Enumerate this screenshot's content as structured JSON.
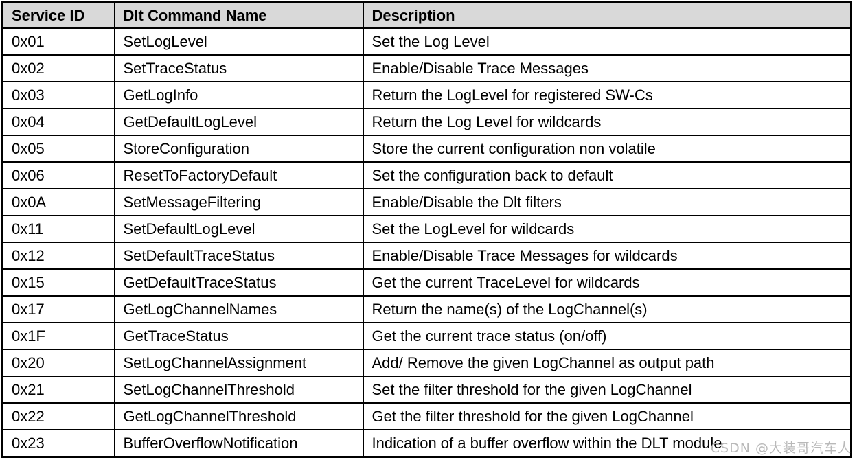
{
  "table": {
    "columns": [
      {
        "key": "service_id",
        "label": "Service ID"
      },
      {
        "key": "command_name",
        "label": "Dlt Command Name"
      },
      {
        "key": "description",
        "label": "Description"
      }
    ],
    "rows": [
      {
        "service_id": "0x01",
        "command_name": "SetLogLevel",
        "description": "Set the Log Level"
      },
      {
        "service_id": "0x02",
        "command_name": "SetTraceStatus",
        "description": "Enable/Disable Trace Messages"
      },
      {
        "service_id": "0x03",
        "command_name": "GetLogInfo",
        "description": "Return the LogLevel for registered SW-Cs"
      },
      {
        "service_id": "0x04",
        "command_name": "GetDefaultLogLevel",
        "description": "Return the Log Level for wildcards"
      },
      {
        "service_id": "0x05",
        "command_name": "StoreConfiguration",
        "description": "Store the current configuration non volatile"
      },
      {
        "service_id": "0x06",
        "command_name": "ResetToFactoryDefault",
        "description": "Set the configuration back to default"
      },
      {
        "service_id": "0x0A",
        "command_name": "SetMessageFiltering",
        "description": "Enable/Disable the Dlt filters"
      },
      {
        "service_id": "0x11",
        "command_name": "SetDefaultLogLevel",
        "description": "Set the LogLevel for wildcards"
      },
      {
        "service_id": "0x12",
        "command_name": "SetDefaultTraceStatus",
        "description": "Enable/Disable Trace Messages for wildcards"
      },
      {
        "service_id": "0x15",
        "command_name": "GetDefaultTraceStatus",
        "description": "Get the current TraceLevel for wildcards"
      },
      {
        "service_id": "0x17",
        "command_name": "GetLogChannelNames",
        "description": "Return the name(s) of the LogChannel(s)"
      },
      {
        "service_id": "0x1F",
        "command_name": "GetTraceStatus",
        "description": "Get the current trace status (on/off)"
      },
      {
        "service_id": "0x20",
        "command_name": "SetLogChannelAssignment",
        "description": "Add/ Remove the given LogChannel as output path"
      },
      {
        "service_id": "0x21",
        "command_name": "SetLogChannelThreshold",
        "description": "Set the filter threshold for the given LogChannel"
      },
      {
        "service_id": "0x22",
        "command_name": "GetLogChannelThreshold",
        "description": "Get the filter threshold for the given LogChannel"
      },
      {
        "service_id": "0x23",
        "command_name": "BufferOverflowNotification",
        "description": "Indication of a buffer overflow within the DLT module"
      }
    ]
  },
  "watermark": {
    "text": "CSDN @大装哥汽车人"
  },
  "colors": {
    "header_background": "#d9d9d9",
    "border": "#000000",
    "body_background": "#ffffff",
    "text": "#000000",
    "watermark": "#b9b9b9"
  }
}
